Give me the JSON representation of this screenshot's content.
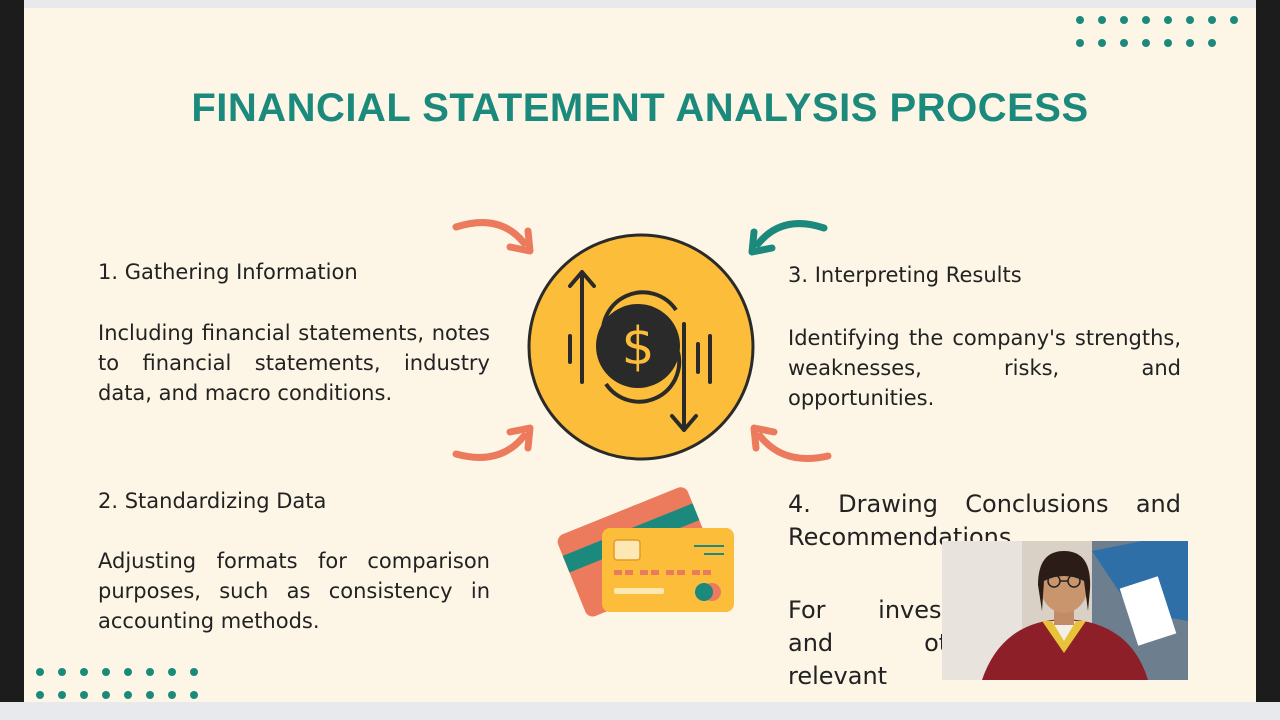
{
  "slide": {
    "title": "FINANCIAL STATEMENT ANALYSIS PROCESS",
    "steps": [
      {
        "heading": "1. Gathering Information",
        "body": "Including financial statements, notes to financial statements, industry data, and macro conditions."
      },
      {
        "heading": "2. Standardizing Data",
        "body": "Adjusting formats for comparison purposes, such as consistency in accounting methods."
      },
      {
        "heading": "3. Interpreting Results",
        "body": "Identifying the company's strengths, weaknesses, risks, and opportunities."
      },
      {
        "heading": "4. Drawing Conclusions and Recommendations",
        "body": "For investors and other relevant"
      }
    ],
    "icons": {
      "center": "dollar-cycle-icon",
      "cards": "credit-cards-icon",
      "arrows": [
        "arrow-top-left",
        "arrow-top-right",
        "arrow-bottom-left",
        "arrow-bottom-right"
      ]
    },
    "colors": {
      "title": "#1b8a7c",
      "background": "#fdf6e6",
      "accent_coral": "#ec7a5c",
      "accent_teal": "#1b8a7c",
      "coin_yellow": "#fbbd3a"
    }
  },
  "webcam": {
    "label": "presenter-webcam"
  }
}
